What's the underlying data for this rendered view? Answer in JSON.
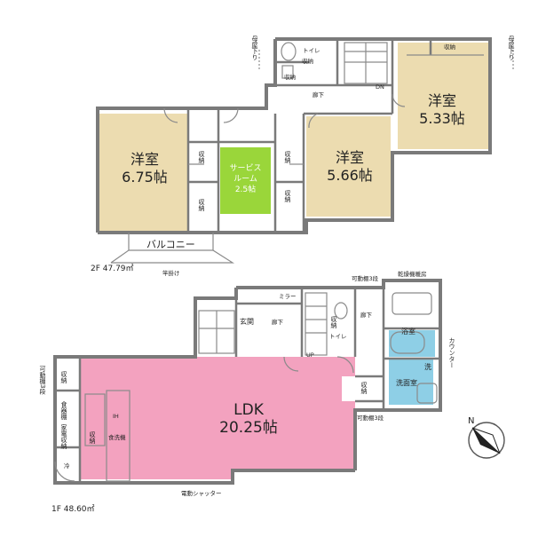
{
  "colors": {
    "western_room": "#ecdcb0",
    "service_room": "#9ad63a",
    "ldk": "#f3a2bf",
    "bath": "#8ecfe6",
    "wall": "#7a7a7a"
  },
  "floor2": {
    "area_label": "2F 47.79㎡",
    "room_a": {
      "name": "洋室",
      "size": "6.75帖"
    },
    "room_b": {
      "name": "洋室",
      "size": "5.66帖"
    },
    "room_c": {
      "name": "洋室",
      "size": "5.33帖"
    },
    "service_room": {
      "line1": "サービス",
      "line2": "ルーム",
      "size": "2.5帖"
    },
    "balcony": "バルコニー",
    "hanging": "竿掛け",
    "hall": "廊下",
    "toilet": "トイレ",
    "down": "DN",
    "eave_left": "母屋下り",
    "eave_right": "母屋下り",
    "storage": "収納"
  },
  "floor1": {
    "area_label": "1F 48.60㎡",
    "ldk": {
      "name": "LDK",
      "size": "20.25帖"
    },
    "entrance": "玄関",
    "hall": "廊下",
    "hall2": "廊下",
    "toilet": "トイレ",
    "bath": "浴室",
    "washroom": "洗面室",
    "laundry": "洗",
    "storage": "収納",
    "mirror": "ミラー",
    "up": "UP",
    "shelf_top": "可動棚3段",
    "shelf_left": "可動棚3段",
    "shelf_bottom": "可動棚3段",
    "dryer": "乾燥機暖房",
    "counter": "カウンター",
    "pantry": "食器棚",
    "appliance": "家電収納",
    "fridge": "冷",
    "dishwasher": "食洗機",
    "shutter": "電動シャッター",
    "stove": "IH"
  },
  "compass": "N"
}
